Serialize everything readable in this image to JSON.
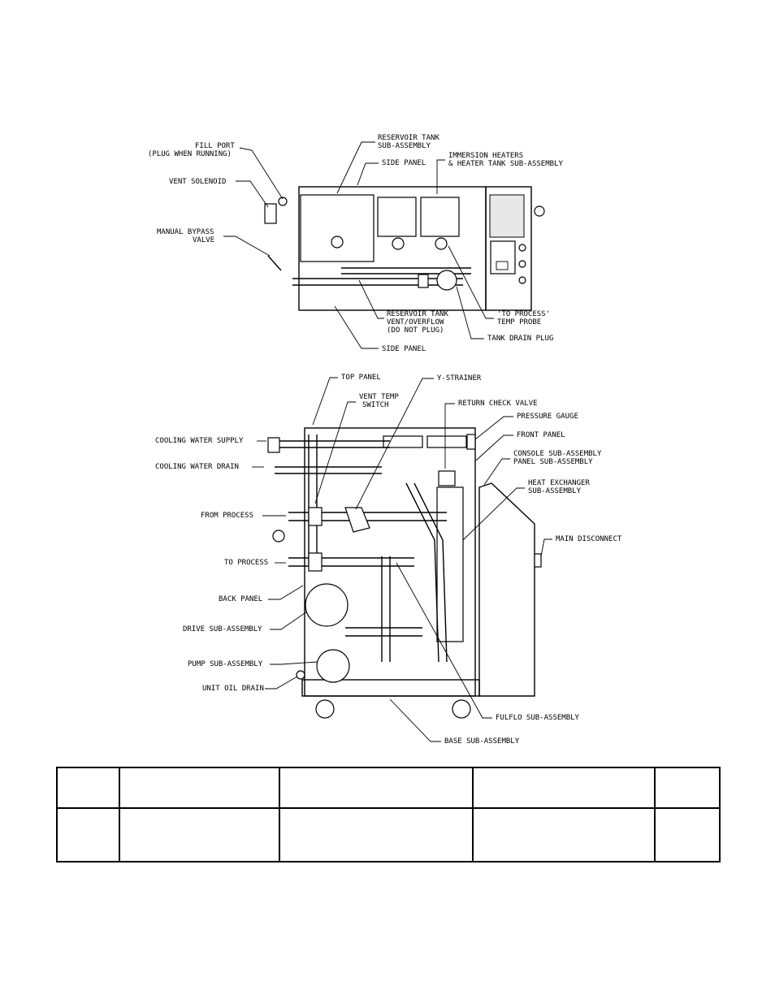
{
  "labels": {
    "fill_port_1": "FILL PORT",
    "fill_port_2": "(PLUG WHEN RUNNING)",
    "vent_solenoid": "VENT SOLENOID",
    "manual_bypass_1": "MANUAL BYPASS",
    "manual_bypass_2": "VALVE",
    "reservoir_tank_1": "RESERVOIR TANK",
    "reservoir_tank_2": "SUB-ASSEMBLY",
    "side_panel_top": "SIDE PANEL",
    "immersion_1": "IMMERSION HEATERS",
    "immersion_2": "& HEATER TANK SUB-ASSEMBLY",
    "vent_overflow_1": "RESERVOIR TANK",
    "vent_overflow_2": "VENT/OVERFLOW",
    "vent_overflow_3": "(DO NOT PLUG)",
    "to_process_probe_1": "'TO PROCESS'",
    "to_process_probe_2": "TEMP PROBE",
    "tank_drain_plug": "TANK DRAIN PLUG",
    "side_panel_bottom": "SIDE PANEL",
    "top_panel": "TOP PANEL",
    "y_strainer": "Y-STRAINER",
    "vent_temp_1": "VENT TEMP",
    "vent_temp_2": "SWITCH",
    "return_check_valve": "RETURN CHECK VALVE",
    "pressure_gauge": "PRESSURE GAUGE",
    "front_panel": "FRONT PANEL",
    "console_1": "CONSOLE SUB-ASSEMBLY",
    "console_2": "PANEL SUB-ASSEMBLY",
    "heat_exchanger_1": "HEAT EXCHANGER",
    "heat_exchanger_2": "SUB-ASSEMBLY",
    "cooling_supply": "COOLING WATER SUPPLY",
    "cooling_drain": "COOLING WATER DRAIN",
    "from_process": "FROM PROCESS",
    "to_process": "TO PROCESS",
    "back_panel": "BACK PANEL",
    "drive_sub": "DRIVE SUB-ASSEMBLY",
    "main_disconnect": "MAIN DISCONNECT",
    "pump_sub": "PUMP SUB-ASSEMBLY",
    "unit_oil_drain": "UNIT OIL DRAIN",
    "fulflo_sub": "FULFLO SUB-ASSEMBLY",
    "base_sub": "BASE SUB-ASSEMBLY"
  },
  "table": {
    "rows": [
      [
        "",
        "",
        "",
        "",
        ""
      ],
      [
        "",
        "",
        "",
        "",
        ""
      ]
    ]
  }
}
